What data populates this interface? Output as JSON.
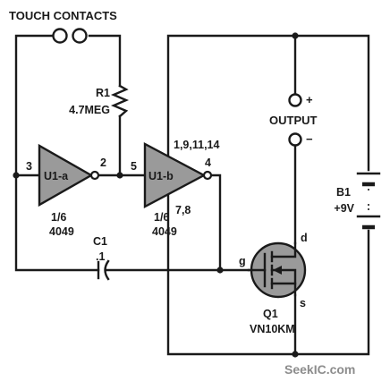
{
  "labels": {
    "touch_contacts": "TOUCH CONTACTS",
    "r1_name": "R1",
    "r1_value": "4.7MEG",
    "u1a": "U1-a",
    "u1b": "U1-b",
    "u1a_pin_in": "3",
    "u1a_pin_out": "2",
    "u1b_pin_in": "5",
    "u1b_pin_out": "4",
    "u1b_pins_top": "1,9,11,14",
    "u1b_pins_bottom": "7,8",
    "u1a_frac": "1/6",
    "u1a_part": "4049",
    "u1b_frac": "1/6",
    "u1b_part": "4049",
    "c1_name": "C1",
    "c1_value": ".1",
    "output": "OUTPUT",
    "output_plus": "+",
    "output_minus": "−",
    "b1_name": "B1",
    "b1_value": "+9V",
    "gate": "g",
    "drain": "d",
    "source": "s",
    "q1_name": "Q1",
    "q1_part": "VN10KM",
    "watermark": "SeekIC.com"
  },
  "colors": {
    "ink": "#1a1a1a",
    "amp_fill": "#9a9a9a",
    "watermark": "#8c8c8c"
  }
}
